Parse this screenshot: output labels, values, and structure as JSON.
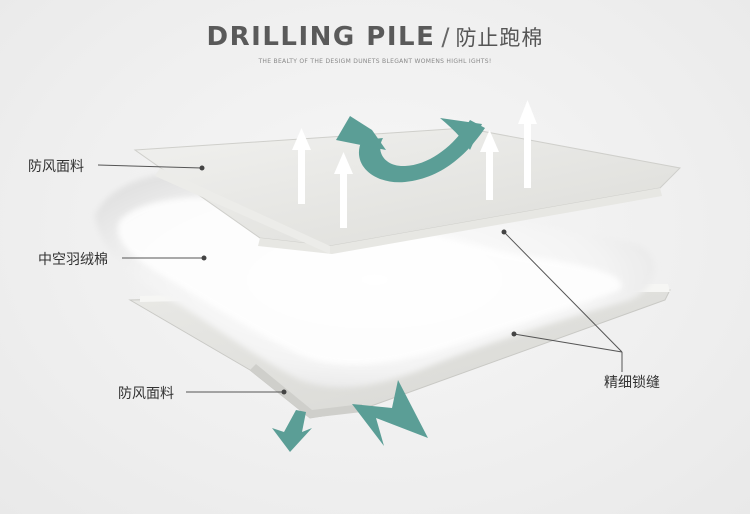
{
  "header": {
    "title_en": "DRILLING PILE",
    "separator": "/",
    "title_cn": "防止跑棉",
    "subtitle": "THE BEALTY OF THE DESIGM DUNETS BLEGANT WOMENS HIGHL IGHTS!"
  },
  "labels": {
    "top_fabric": "防风面料",
    "middle_fill": "中空羽绒棉",
    "bottom_fabric": "防风面料",
    "stitching": "精细锁缝"
  },
  "colors": {
    "teal_arrow": "#5b9e96",
    "white_arrow": "#ffffff",
    "fabric": "#e6e6e3",
    "leader_line": "#555555"
  }
}
